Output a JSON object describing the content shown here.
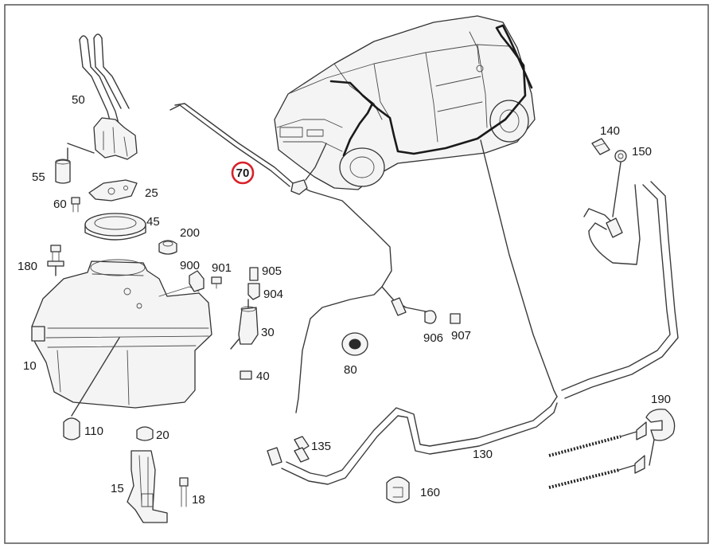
{
  "highlight_color": "#d8222a",
  "part_numbers": {
    "p50": "50",
    "p55": "55",
    "p25": "25",
    "p60": "60",
    "p45": "45",
    "p200": "200",
    "p180": "180",
    "p900": "900",
    "p901": "901",
    "p905": "905",
    "p904": "904",
    "p30": "30",
    "p40": "40",
    "p10": "10",
    "p110": "110",
    "p20": "20",
    "p15": "15",
    "p18": "18",
    "p70": "70",
    "p80": "80",
    "p906": "906",
    "p907": "907",
    "p135": "135",
    "p160": "160",
    "p130": "130",
    "p140": "140",
    "p150": "150",
    "p190": "190"
  }
}
